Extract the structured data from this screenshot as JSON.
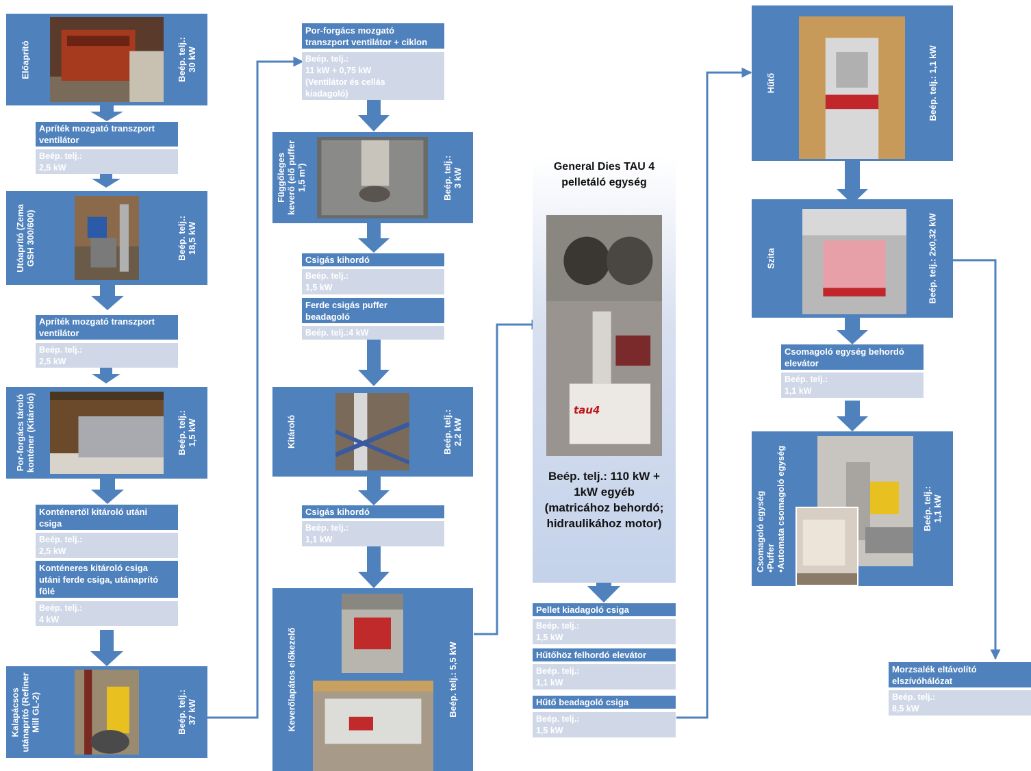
{
  "colors": {
    "box_blue": "#4f81bd",
    "box_light": "#d0d8e8",
    "pellet_bg_top": "#ffffff",
    "pellet_bg_bottom": "#b9c9e3",
    "arrow": "#4f81bd"
  },
  "col1": {
    "eloaprito": {
      "name": "Előaprító",
      "power": "Beép. telj.:\n30 kW",
      "photo": "shredder-photo"
    },
    "fan1": {
      "title": "Apríték mozgató transzport\nventilátor",
      "power": "Beép. telj.:\n2,5 kW"
    },
    "utoaprito": {
      "name": "Utóaprító (Zema\nGSH 300/600)",
      "power": "Beép. telj.:\n18,5 kW",
      "photo": "post-shredder-photo"
    },
    "fan2": {
      "title": "Apríték mozgató transzport\nventilátor",
      "power": "Beép. telj.:\n2,5 kW"
    },
    "container": {
      "name": "Por-forgács tároló\nkonténer (Kitároló)",
      "power": "Beép. telj.:\n1,5 kW",
      "photo": "container-photo"
    },
    "screw1": {
      "title": "Konténertől kitároló  utáni\ncsiga",
      "power": "Beép. telj.:\n2,5 kW"
    },
    "screw2": {
      "title": "Konténeres kitároló csiga\nutáni ferde csiga, utánaprító\nfölé",
      "power": "Beép. telj.:\n4 kW"
    },
    "hammer": {
      "name": "Kalapácsos\nutánaprító (Refiner\nMill GL-2)",
      "power": "Beép. telj.:\n37 kW",
      "photo": "hammer-mill-photo"
    }
  },
  "col2": {
    "cyclone": {
      "title": "Por-forgács mozgató\ntranszport ventilátor + ciklon",
      "power": "Beép. telj.:\n11 kW + 0,75 kW\n(Ventilátor és cellás\nkiadagoló)"
    },
    "mixer": {
      "name": "Függőleges\nkeverő (elő puffer\n1,5 m³)",
      "power": "Beép. telj.:\n3 kW",
      "photo": "mixer-photo"
    },
    "screw_a": {
      "title": "Csigás kihordó",
      "power": "Beép. telj.:\n1,5 kW"
    },
    "puffer": {
      "title": "Ferde csigás puffer\nbeadagoló",
      "power": "Beép. telj.:4 kW"
    },
    "kitarolo": {
      "name": "Kitároló",
      "power": "Beép. telj.:\n2,2 kW",
      "photo": "discharger-photo"
    },
    "screw_b": {
      "title": "Csigás kihordó",
      "power": "Beép. telj.:\n1,1 kW"
    },
    "conditioner": {
      "name": "Keverőlapátos előkezelő",
      "power": "Beép. telj.: 5,5 kW",
      "photo": "conditioner-photo"
    }
  },
  "col3": {
    "pellet": {
      "title": "General Dies TAU 4\npelletáló egység",
      "power": "Beép. telj.: 110 kW +\n1kW egyéb\n(matricához behordó;\nhidraulikához motor)",
      "photo": "pellet-mill-photo",
      "brand": "tau4"
    },
    "out_screw": {
      "title": "Pellet kiadagoló csiga",
      "power": "Beép. telj.:\n1,5 kW"
    },
    "elevator": {
      "title": "Hűtőhöz felhordó elevátor",
      "power": "Beép. telj.:\n1,1 kW"
    },
    "cooler_screw": {
      "title": "Hűtő beadagoló csiga",
      "power": "Beép. telj.:\n1,5 kW"
    }
  },
  "col4": {
    "cooler": {
      "name": "Hűtő",
      "power": "Beép. telj.: 1,1 kW",
      "photo": "cooler-photo"
    },
    "sieve": {
      "name": "Szita",
      "power": "Beép. telj.: 2x0,32 kW",
      "photo": "sieve-photo"
    },
    "pack_elev": {
      "title": "Csomagoló egység behordó\nelevátor",
      "power": "Beép. telj.:\n1,1 kW"
    },
    "packer": {
      "name": "Csomagoló egység\n•Puffer\n•Automata csomagoló egység",
      "power": "Beép. telj.:\n1,1 kW",
      "photo": "packer-photo"
    },
    "crumbs": {
      "title": "Morzsalék eltávolító\nelszívóhálózat",
      "power": "Beép. telj.:\n8,5 kW"
    }
  }
}
